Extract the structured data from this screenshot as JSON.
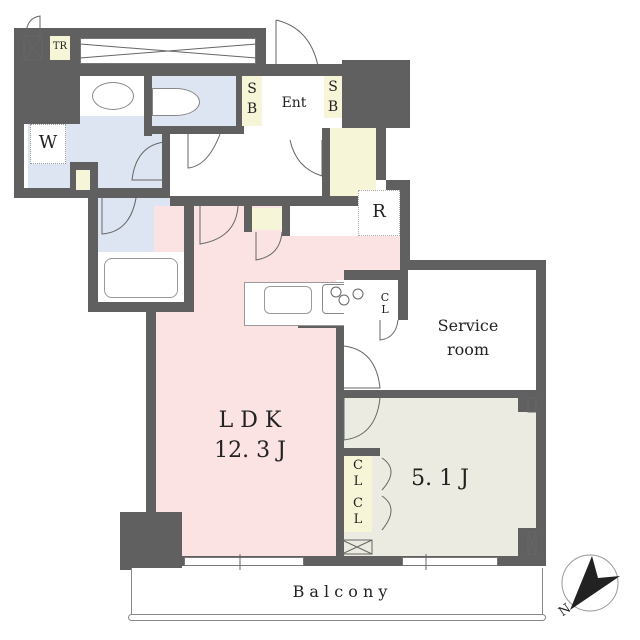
{
  "floorplan": {
    "rooms": {
      "ldk": {
        "name": "L D K",
        "size": "12. 3 J"
      },
      "bedroom": {
        "size": "5. 1 J"
      },
      "service_room": {
        "line1": "Service",
        "line2": "room"
      },
      "entrance": {
        "label": "Ent"
      },
      "shoe_box_left": {
        "line1": "S",
        "line2": "B"
      },
      "shoe_box_right": {
        "line1": "S",
        "line2": "B"
      },
      "washer": {
        "label": "W"
      },
      "trunk_room": {
        "label": "TR"
      },
      "refrigerator": {
        "label": "R"
      },
      "closet_kitchen": {
        "line1": "C",
        "line2": "L"
      },
      "closet_bed_1": {
        "line1": "C",
        "line2": "L"
      },
      "closet_bed_2": {
        "line1": "C",
        "line2": "L"
      },
      "balcony": {
        "label": "B a l c o n y"
      }
    },
    "compass": {
      "label": "N"
    },
    "colors": {
      "wall": "#606060",
      "wet_area": "#dde4f2",
      "ldk": "#fbe2e3",
      "bedroom": "#ecebe1",
      "storage": "#f7f5d8"
    }
  }
}
